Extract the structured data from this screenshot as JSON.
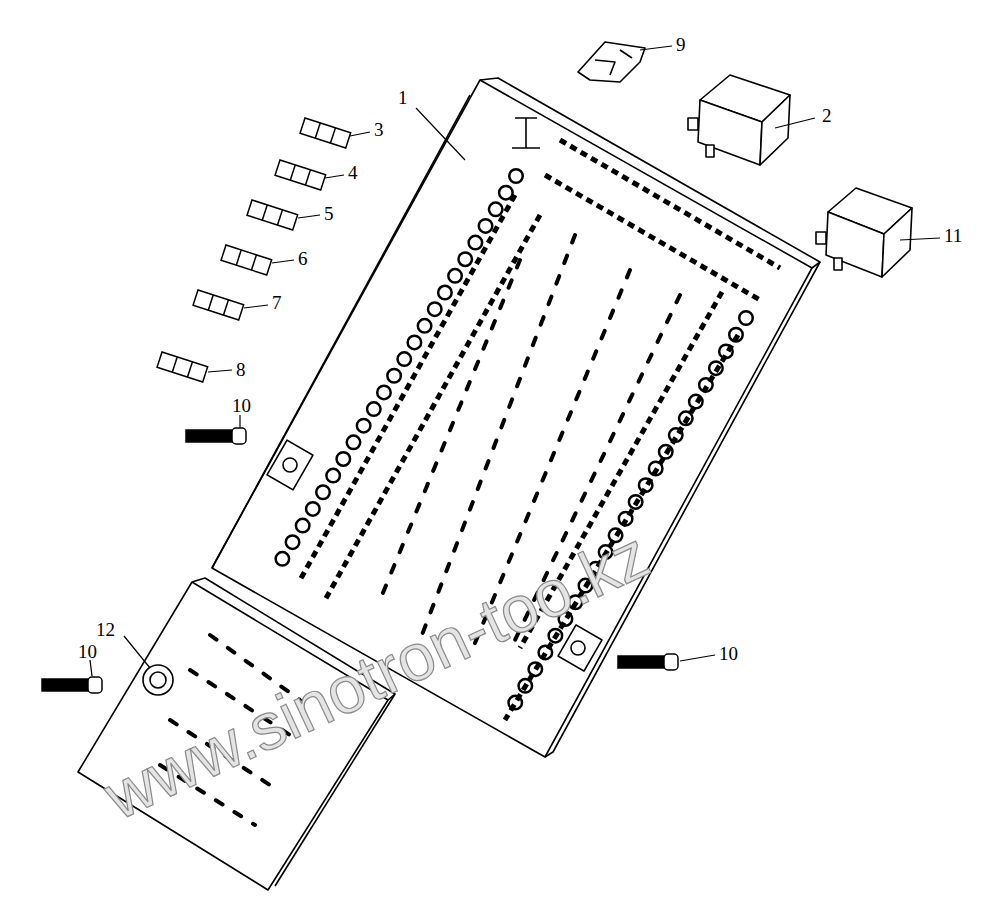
{
  "diagram": {
    "labels": [
      "1",
      "2",
      "3",
      "4",
      "5",
      "6",
      "7",
      "8",
      "9",
      "10",
      "10",
      "10",
      "11",
      "12",
      "www.sinotron-too.kz"
    ]
  }
}
